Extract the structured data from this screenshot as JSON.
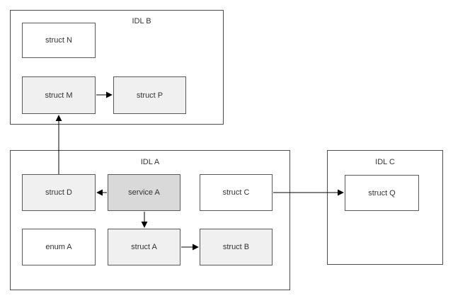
{
  "canvas": {
    "background": "#ffffff"
  },
  "colors": {
    "container_border": "#4d4d4d",
    "node_border": "#595959",
    "text": "#333333",
    "arrow": "#000000",
    "node_white": "#ffffff",
    "node_light_gray": "#f0f0f0",
    "node_medium_gray": "#d9d9d9"
  },
  "containers": {
    "idl_b": {
      "label": "IDL B"
    },
    "idl_a": {
      "label": "IDL A"
    },
    "idl_c": {
      "label": "IDL C"
    }
  },
  "nodes": {
    "struct_n": {
      "label": "struct N",
      "container": "IDL B",
      "fill": "white"
    },
    "struct_m": {
      "label": "struct M",
      "container": "IDL B",
      "fill": "light-gray"
    },
    "struct_p": {
      "label": "struct P",
      "container": "IDL B",
      "fill": "light-gray"
    },
    "struct_d": {
      "label": "struct D",
      "container": "IDL A",
      "fill": "light-gray"
    },
    "service_a": {
      "label": "service A",
      "container": "IDL A",
      "fill": "medium-gray"
    },
    "struct_c": {
      "label": "struct C",
      "container": "IDL A",
      "fill": "white"
    },
    "enum_a": {
      "label": "enum A",
      "container": "IDL A",
      "fill": "white"
    },
    "struct_a": {
      "label": "struct A",
      "container": "IDL A",
      "fill": "light-gray"
    },
    "struct_b": {
      "label": "struct B",
      "container": "IDL A",
      "fill": "light-gray"
    },
    "struct_q": {
      "label": "struct Q",
      "container": "IDL C",
      "fill": "white"
    }
  },
  "edges": [
    {
      "from": "struct M",
      "to": "struct P",
      "direction": "right"
    },
    {
      "from": "struct D",
      "to": "struct M",
      "direction": "up"
    },
    {
      "from": "service A",
      "to": "struct D",
      "direction": "left"
    },
    {
      "from": "service A",
      "to": "struct A",
      "direction": "down"
    },
    {
      "from": "struct A",
      "to": "struct B",
      "direction": "right"
    },
    {
      "from": "struct C",
      "to": "struct Q",
      "direction": "right"
    }
  ]
}
